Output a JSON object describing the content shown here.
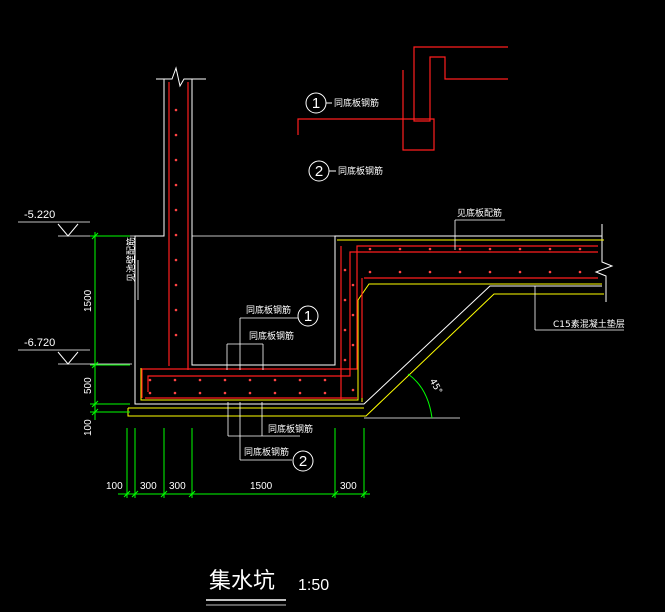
{
  "colors": {
    "background": "#000000",
    "concrete_outline": "#ffffff",
    "rebar": "#ff1e1e",
    "cushion": "#ffff00",
    "dimension": "#00ff00",
    "rebar_dot": "#ff4444"
  },
  "detail_a": {
    "bubble_1": "1",
    "bubble_2": "2",
    "label_1": "同底板钢筋",
    "label_2": "同底板钢筋"
  },
  "section": {
    "wall_label": "见池壁配筋",
    "slab_label": "见底板配筋",
    "cushion_label": "C15素混凝土垫层",
    "angle_label": "45°",
    "upper_label": "同底板钢筋",
    "upper_label_2": "同底板钢筋",
    "upper_bubble": "1",
    "lower_label": "同底板钢筋",
    "lower_label_2": "同底板钢筋",
    "lower_bubble": "2"
  },
  "levels": {
    "top": "-5.220",
    "bottom": "-6.720"
  },
  "dimensions": {
    "vertical": [
      "1500",
      "500",
      "100"
    ],
    "horizontal": [
      "100",
      "300",
      "300",
      "1500",
      "300"
    ]
  },
  "title": {
    "name": "集水坑",
    "scale": "1:50"
  }
}
